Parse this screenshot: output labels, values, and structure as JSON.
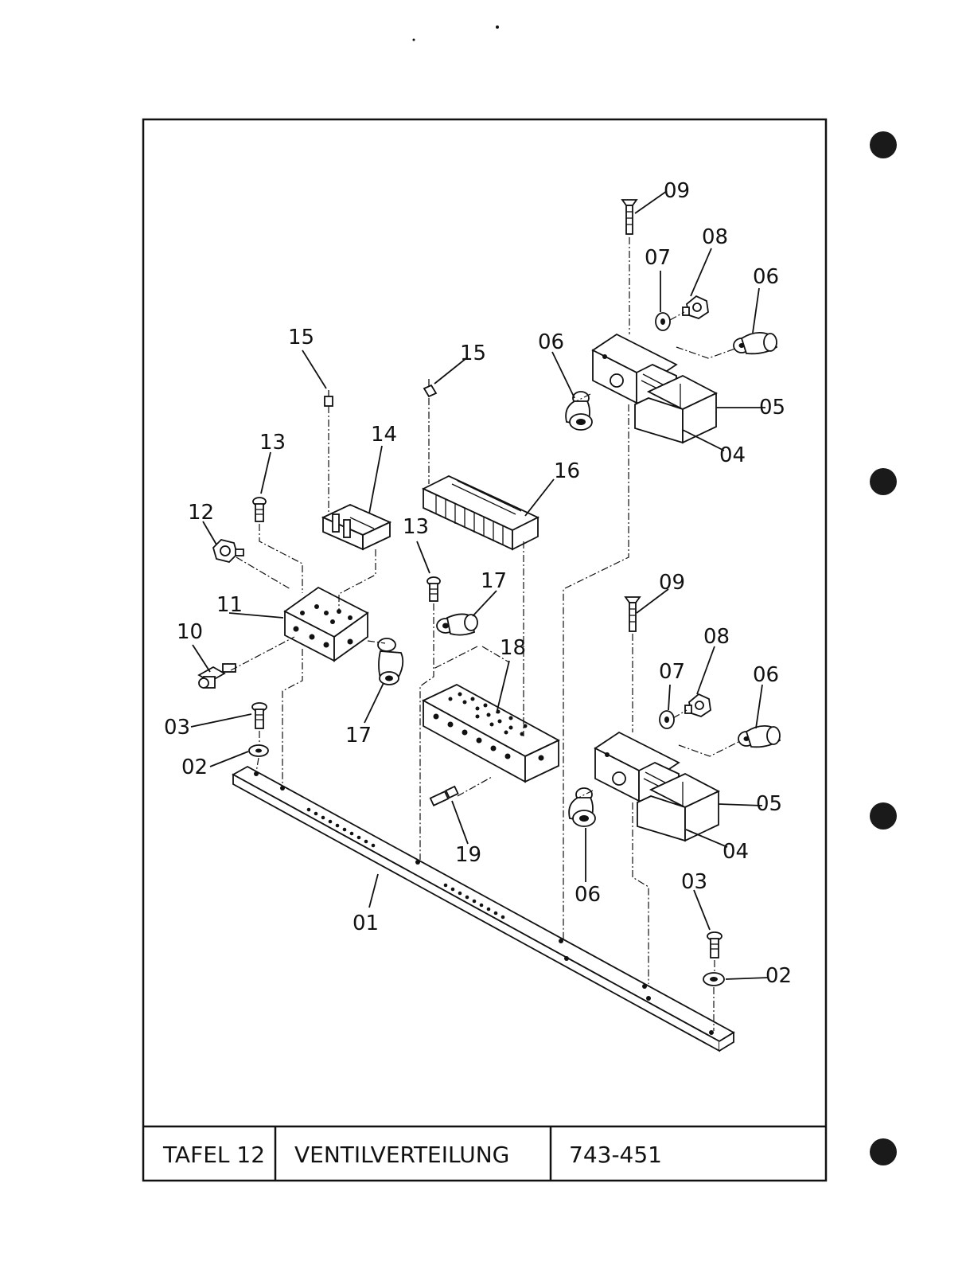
{
  "title_block": {
    "plate": "TAFEL 12",
    "title": "VENTILVERTEILUNG",
    "drawing_number": "743-451"
  },
  "callouts": {
    "c01": "01",
    "c02a": "02",
    "c02b": "02",
    "c03a": "03",
    "c03b": "03",
    "c04a": "04",
    "c04b": "04",
    "c05a": "05",
    "c05b": "05",
    "c06a": "06",
    "c06b": "06",
    "c06c": "06",
    "c06d": "06",
    "c07a": "07",
    "c07b": "07",
    "c08a": "08",
    "c08b": "08",
    "c09a": "09",
    "c09b": "09",
    "c10": "10",
    "c11": "11",
    "c12": "12",
    "c13a": "13",
    "c13b": "13",
    "c14": "14",
    "c15a": "15",
    "c15b": "15",
    "c16": "16",
    "c17a": "17",
    "c17b": "17",
    "c18": "18",
    "c19": "19"
  }
}
